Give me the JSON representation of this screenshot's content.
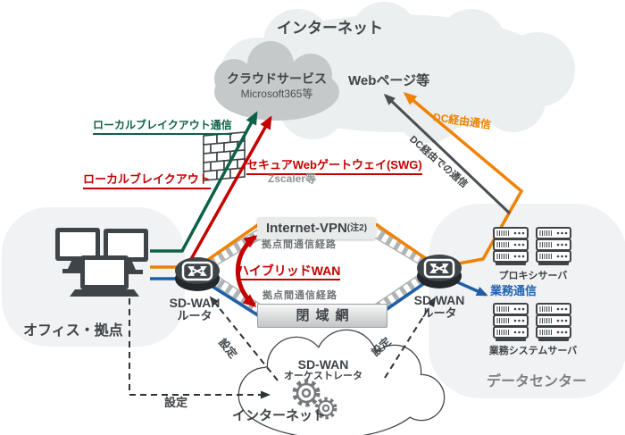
{
  "colors": {
    "green": "#0e6149",
    "red": "#c50000",
    "orange": "#ef8200",
    "blue": "#1e5fa8",
    "dark": "#3f4448",
    "gray": "#6f7477"
  },
  "internet_cloud": {
    "title": "インターネット",
    "cloud_service_line1": "クラウドサービス",
    "cloud_service_line2": "Microsoft365等",
    "web_pages": "Webページ等"
  },
  "paths": {
    "local_breakout_traffic": "ローカルブレイクアウト通信",
    "local_breakout": "ローカルブレイクアウト",
    "swg": "セキュアWebゲートウェイ(SWG)",
    "swg_sub": "Zscaler等",
    "dc_route": "DC経由通信",
    "dc_route_note": "DC経由での通信",
    "business_traffic": "業務通信",
    "config_office": "設定",
    "config_left": "設定",
    "config_right": "設定"
  },
  "wan": {
    "internet_vpn": "Internet-VPN",
    "internet_vpn_note": "(注2)",
    "route_top": "拠点間通信経路",
    "hybrid_wan": "ハイブリッドWAN",
    "route_bottom": "拠点間通信経路",
    "closed_network": "閉域網"
  },
  "office": {
    "label": "オフィス・拠点",
    "router_line1": "SD-WAN",
    "router_line2": "ルータ"
  },
  "datacenter": {
    "label": "データセンター",
    "router_line1": "SD-WAN",
    "router_line2": "ルータ",
    "proxy_server": "プロキシサーバ",
    "business_server": "業務システムサーバ"
  },
  "orchestrator": {
    "line1": "SD-WAN",
    "line2": "オーケストレータ",
    "internet": "インターネット"
  }
}
